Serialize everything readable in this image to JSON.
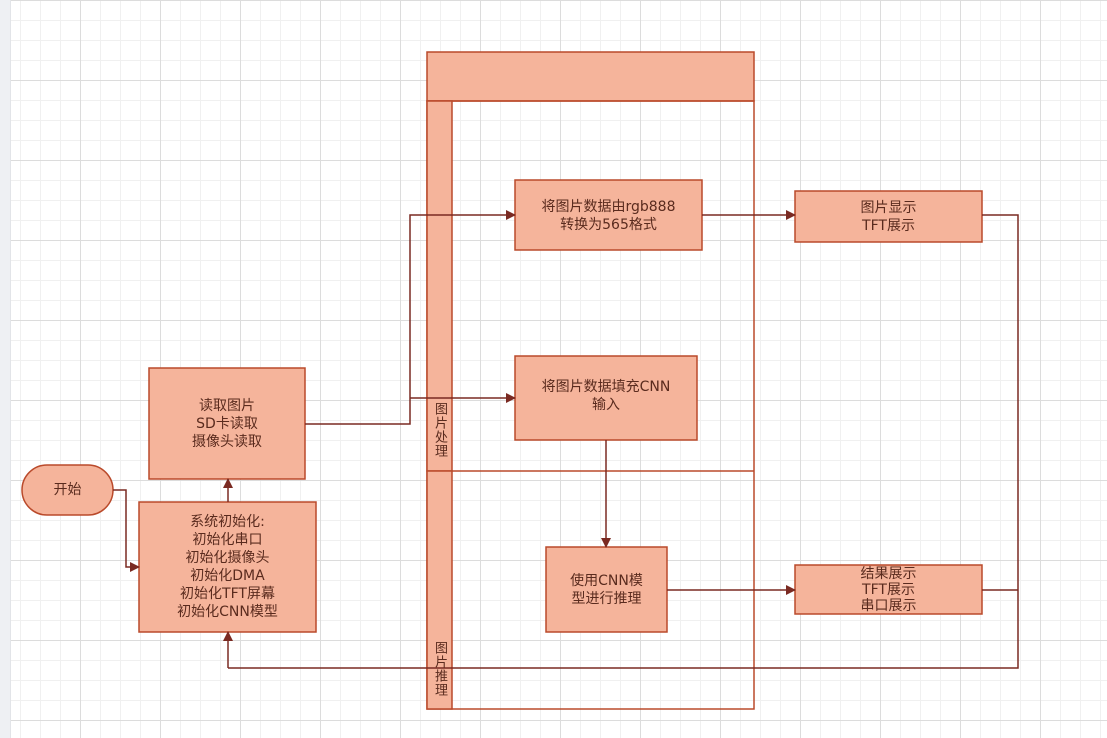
{
  "colors": {
    "fill": "#f5b49b",
    "stroke": "#ba4a2b",
    "edge": "#7a2a22",
    "text": "#5a2b1e"
  },
  "nodes": {
    "start": {
      "lines": [
        "开始"
      ]
    },
    "read_image": {
      "lines": [
        "读取图片",
        "SD卡读取",
        "摄像头读取"
      ]
    },
    "system_init": {
      "lines": [
        "系统初始化:",
        "初始化串口",
        "初始化摄像头",
        "初始化DMA",
        "初始化TFT屏幕",
        "初始化CNN模型"
      ]
    },
    "convert_format": {
      "lines": [
        "将图片数据由rgb888",
        "转换为565格式"
      ]
    },
    "fill_cnn_input": {
      "lines": [
        "将图片数据填充CNN",
        "输入"
      ]
    },
    "cnn_inference": {
      "lines": [
        "使用CNN模",
        "型进行推理"
      ]
    },
    "image_display": {
      "lines": [
        "图片显示",
        "TFT展示"
      ]
    },
    "result_display": {
      "lines": [
        "结果展示",
        "TFT展示",
        "串口展示"
      ]
    }
  },
  "swimlanes": {
    "lane_image_processing": "图片处理",
    "lane_image_inference": "图片推理"
  }
}
